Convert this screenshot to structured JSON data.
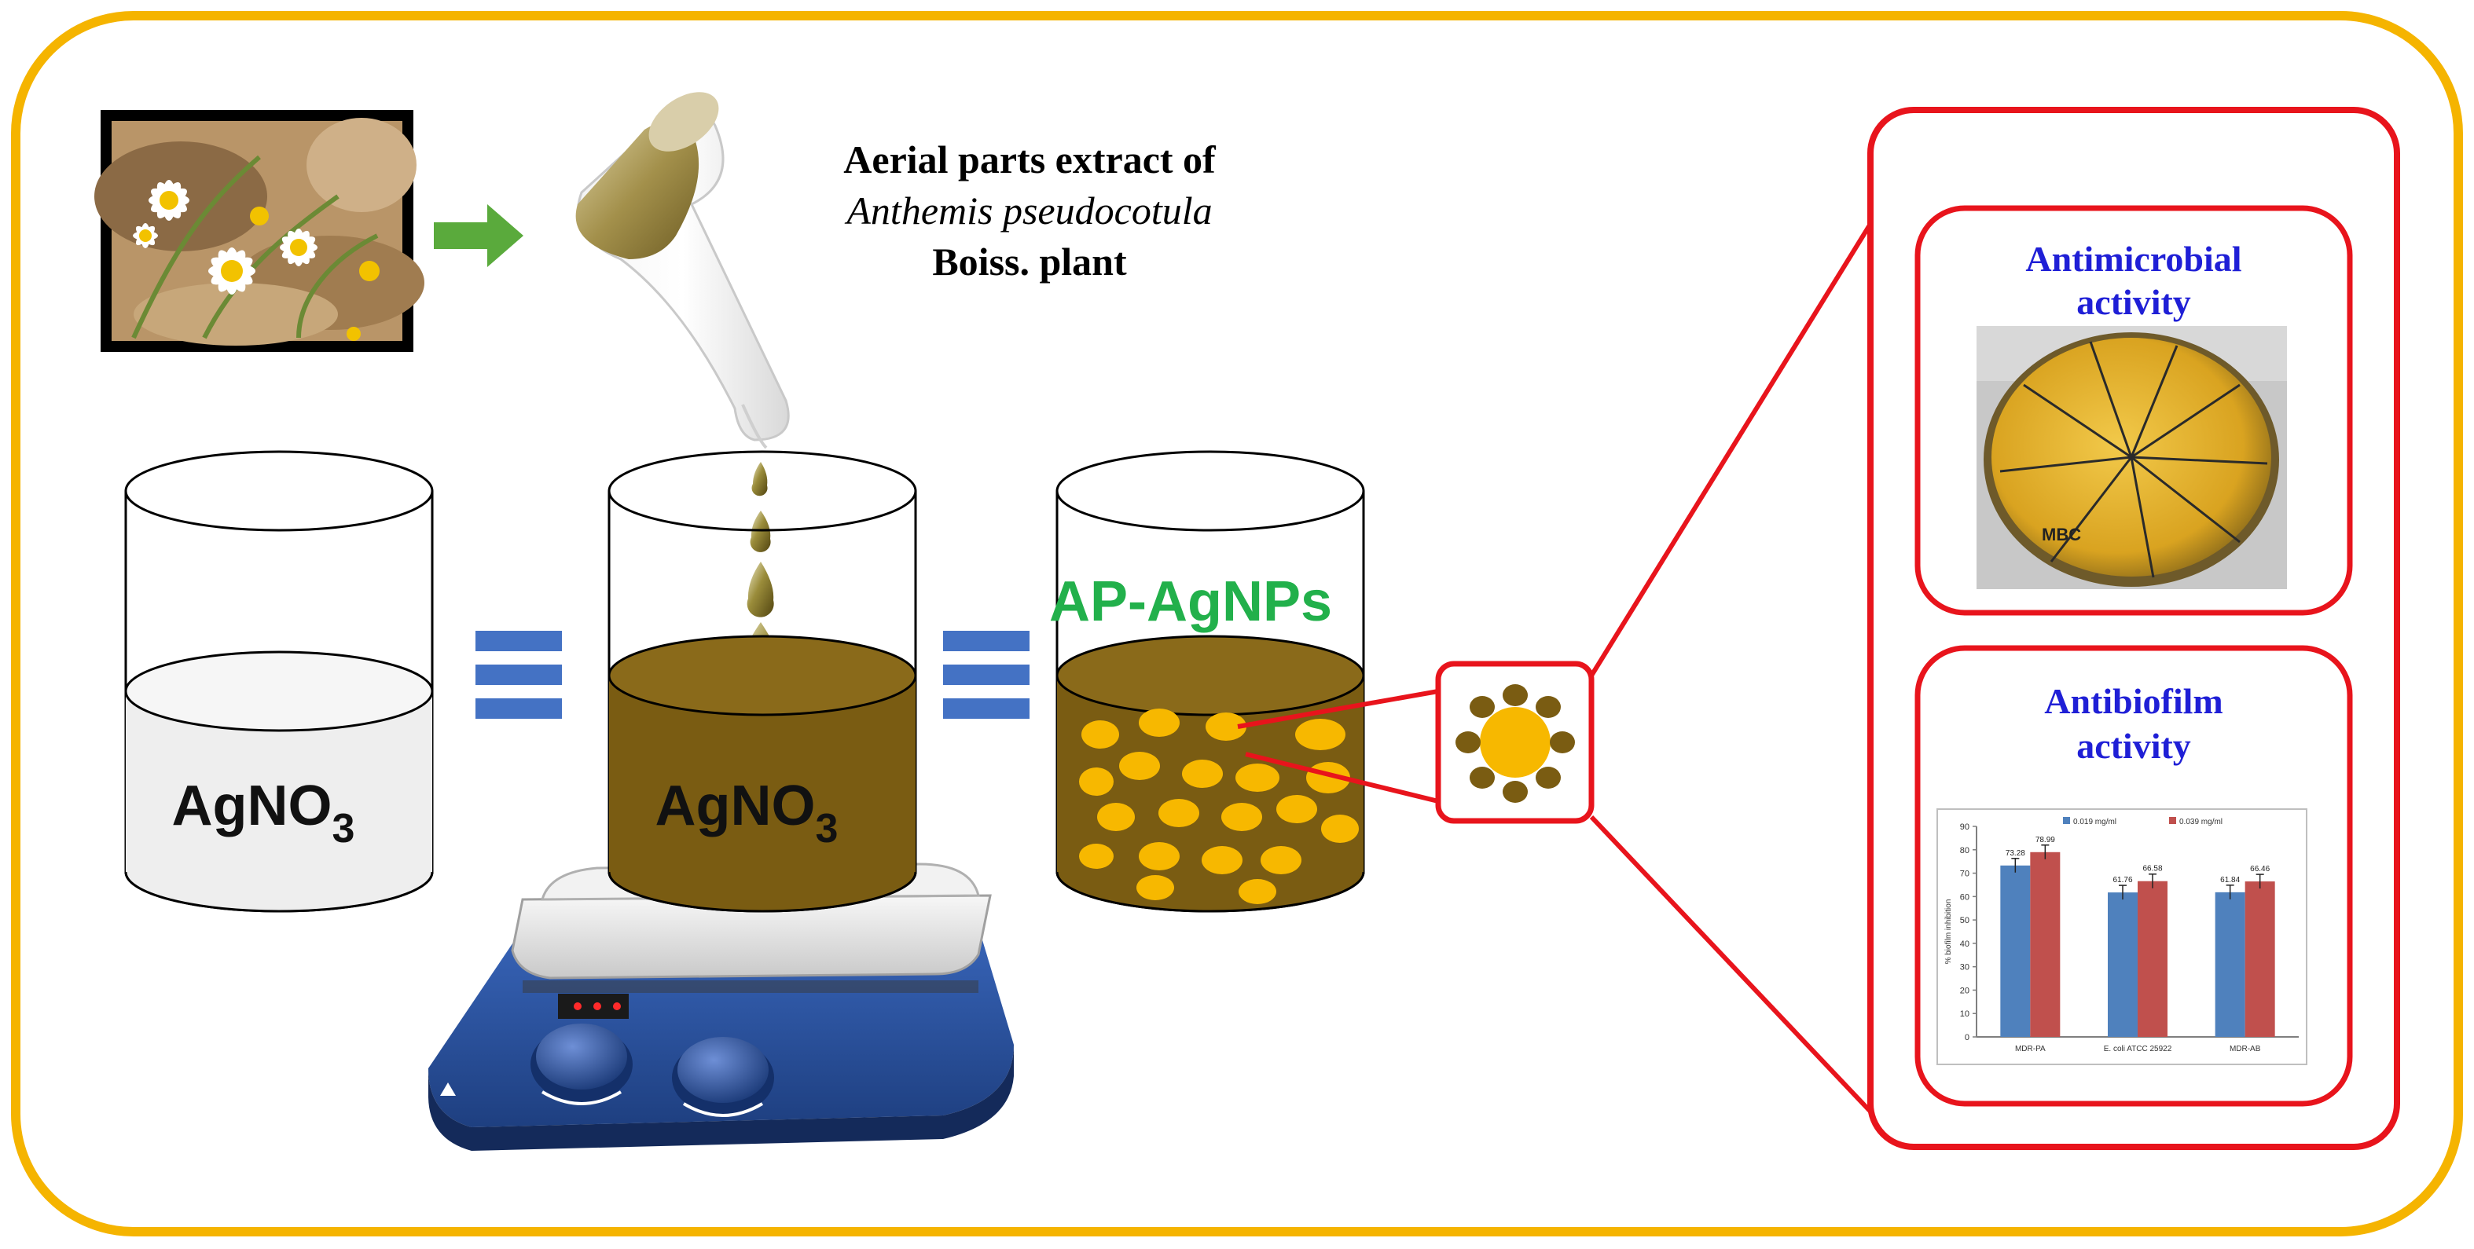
{
  "extract": {
    "line1": "Aerial parts extract of",
    "line2": "Anthemis pseudocotula",
    "line3": "Boiss. plant"
  },
  "beakers": {
    "first_label_base": "AgNO",
    "first_label_sub": "3",
    "second_label_base": "AgNO",
    "second_label_sub": "3",
    "product_label": "AP-AgNPs"
  },
  "activities": {
    "antimicrobial_line1": "Antimicrobial",
    "antimicrobial_line2": "activity",
    "antibiofilm_line1": "Antibiofilm",
    "antibiofilm_line2": "activity"
  },
  "petri": {
    "labels": [
      "MBC"
    ]
  },
  "colors": {
    "frame": "#f5b400",
    "highlight": "#e8141c",
    "arrow": "#5aaa3c",
    "equals": "#4472c4",
    "extract_liquid": "#7a5c12",
    "nanoparticle": "#f7b800",
    "activity_title": "#1f1fd6",
    "product_label": "#22b04b",
    "hotplate_blue": "#2e56a6"
  },
  "chart_data": {
    "type": "bar",
    "categories": [
      "MDR-PA",
      "E. coli ATCC 25922",
      "MDR-AB"
    ],
    "series": [
      {
        "name": "0.019 mg/ml",
        "values": [
          73.28,
          61.76,
          61.84
        ]
      },
      {
        "name": "0.039 mg/ml",
        "values": [
          78.99,
          66.58,
          66.46
        ]
      }
    ],
    "data_labels": [
      [
        "73.28",
        "78.99"
      ],
      [
        "61.76",
        "66.58"
      ],
      [
        "61.84",
        "66.46"
      ]
    ],
    "ylabel": "% biofilm inhibition",
    "ylim": [
      0,
      90
    ],
    "yticks": [
      0,
      10,
      20,
      30,
      40,
      50,
      60,
      70,
      80,
      90
    ],
    "series_colors": [
      "#4f81bd",
      "#c0504d"
    ],
    "legend": "top"
  }
}
